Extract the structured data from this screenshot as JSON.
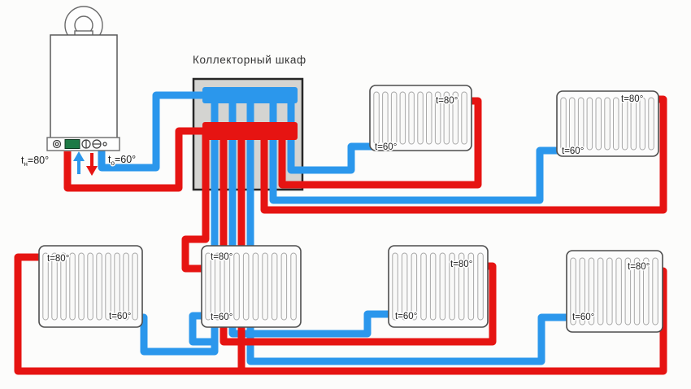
{
  "title": "Коллекторный шкаф",
  "boiler": {
    "supply_prefix": "t",
    "supply_sub": "н",
    "supply_value": "=80°",
    "return_prefix": "t",
    "return_sub": "о",
    "return_value": "=60°"
  },
  "radiators": [
    {
      "name": "top-1",
      "supply_label": "t=80°",
      "return_label": "t=60°"
    },
    {
      "name": "top-2",
      "supply_label": "t=80°",
      "return_label": "t=60°"
    },
    {
      "name": "bottom-1",
      "supply_label": "t=80°",
      "return_label": "t=60°"
    },
    {
      "name": "bottom-2",
      "supply_label": "t=80°",
      "return_label": "t=60°"
    },
    {
      "name": "bottom-3",
      "supply_label": "t=80°",
      "return_label": "t=60°"
    },
    {
      "name": "bottom-4",
      "supply_label": "t=80°",
      "return_label": "t=60°"
    }
  ],
  "colors": {
    "supply_red": "#e61412",
    "return_blue": "#2b97ec",
    "cabinet_fill": "#d4d4d1",
    "cabinet_border": "#262626",
    "radiator_border": "#4d4d4d",
    "text": "#1f1f1f"
  }
}
